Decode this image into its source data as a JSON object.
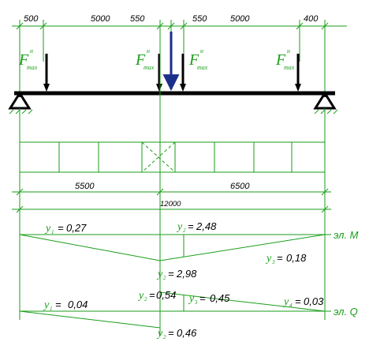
{
  "dimensions_top": {
    "d1": "500",
    "d2": "5000",
    "d3": "550",
    "d4": "550",
    "d5": "5000",
    "d6": "400"
  },
  "forces": {
    "symbol": "F",
    "subscript": "max",
    "superscript": "н"
  },
  "dimensions_bottom": {
    "left_span": "5500",
    "right_span": "6500",
    "total": "12000"
  },
  "influence_lines": {
    "ordinate_symbol": "y",
    "moment_label": "эл. M",
    "shear_label": "эл. Q",
    "moment": {
      "y1": "0,27",
      "y2_top": "2,48",
      "y2_bottom": "2,98",
      "y3": "0,18",
      "sub1": "1",
      "sub2": "2",
      "sub3": "3"
    },
    "shear": {
      "y1": "0,04",
      "y2_top": "0,54",
      "y2_bottom": "0,46",
      "y3": "0,45",
      "y4": "0,03",
      "sub1": "1",
      "sub2": "2",
      "sub3": "3",
      "sub4": "4"
    }
  },
  "colors": {
    "line": "#1a9e1a",
    "beam": "#000000",
    "center_load": "#1b2e8a"
  }
}
